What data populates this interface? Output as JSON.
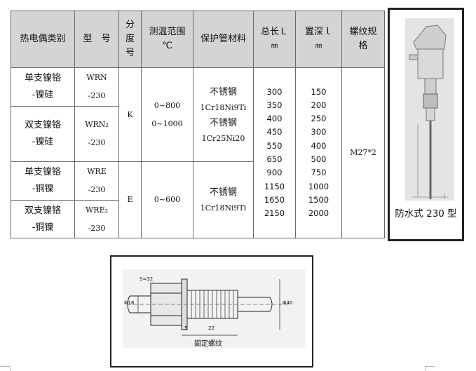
{
  "table": {
    "headers": {
      "type": "热电偶类别",
      "model": "型　号",
      "index": [
        "分",
        "度",
        "号"
      ],
      "range": [
        "测温范围",
        "℃"
      ],
      "material": "保护管材料",
      "length": [
        "总长Ｌ",
        "㎜"
      ],
      "depth": [
        "置深ｌ",
        "㎜"
      ],
      "thread": [
        "螺纹规",
        "格"
      ]
    },
    "rows": [
      {
        "type": [
          "单支镍铬",
          "-镍硅"
        ],
        "model": [
          "WRN",
          "-230"
        ]
      },
      {
        "type": [
          "双支镍铬",
          "-镍硅"
        ],
        "model": [
          "WRN₂",
          "-230"
        ]
      },
      {
        "type": [
          "单支镍铬",
          "-铜镍"
        ],
        "model": [
          "WRE",
          "-230"
        ]
      },
      {
        "type": [
          "双支镍铬",
          "-铜镍"
        ],
        "model": [
          "WRE₂",
          "-230"
        ]
      }
    ],
    "index_k": "K",
    "index_e": "E",
    "range_k": [
      "0~800",
      "0~1000"
    ],
    "range_e": "0~600",
    "material_k": [
      {
        "name": "不锈钢",
        "grade": "1Cr18Ni9Ti"
      },
      {
        "name": "不锈钢",
        "grade": "1Cr25Ni20"
      }
    ],
    "material_e": {
      "name": "不锈钢",
      "grade": "1Cr18Ni9Ti"
    },
    "lengths": [
      "300",
      "350",
      "400",
      "450",
      "550",
      "650",
      "900",
      "1150",
      "1650",
      "2150"
    ],
    "depths": [
      "150",
      "200",
      "250",
      "300",
      "400",
      "500",
      "750",
      "1000",
      "1500",
      "2000"
    ],
    "thread_value": "M27*2"
  },
  "photo": {
    "caption": "防水式 230 型"
  },
  "drawing": {
    "caption": "固定螺纹",
    "dims": {
      "hex": "S=32",
      "d_left": "Φ16",
      "d_right": "Φ40",
      "a": "5",
      "b": "22"
    }
  }
}
